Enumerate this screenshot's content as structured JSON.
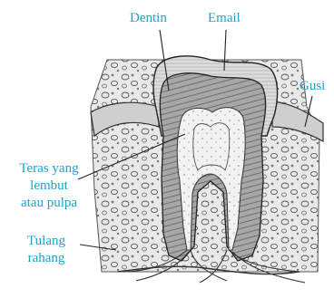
{
  "labels": {
    "dentin": "Dentin",
    "email": "Email",
    "gusi": "Gusi",
    "pulp_line1": "Teras yang",
    "pulp_line2": "lembut",
    "pulp_line3": "atau pulpa",
    "bone_line1": "Tulang",
    "bone_line2": "rahang"
  },
  "colors": {
    "label": "#1aa3cf",
    "line": "#222222"
  }
}
